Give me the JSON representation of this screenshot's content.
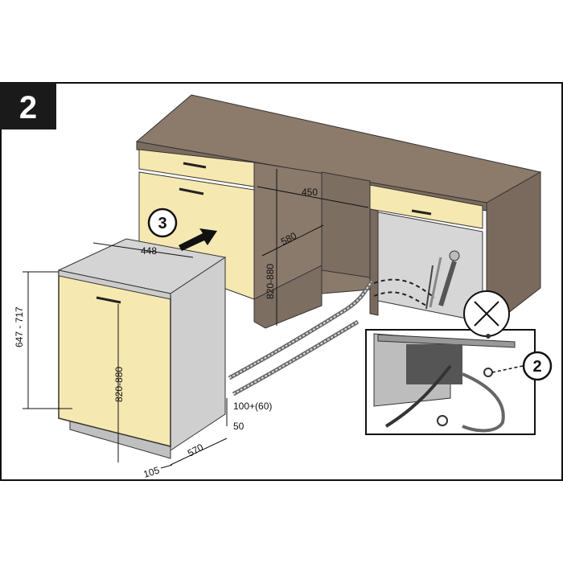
{
  "step_number": "2",
  "callouts": {
    "step_3": "3",
    "step_2": "2"
  },
  "dimensions": {
    "niche_width": "450",
    "niche_depth": "580",
    "niche_height": "820-880",
    "appliance_width": "448",
    "appliance_height": "820-880",
    "panel_height": "647 - 717",
    "plinth": "100+(60)",
    "plinth_depth": "50",
    "appliance_depth": "570",
    "door_offset": "105"
  },
  "colors": {
    "cabinet_top": "#8c7a6b",
    "cabinet_body": "#8a7a6c",
    "panel": "#f6e8b1",
    "appliance_side": "#d0d0d0",
    "frame": "#111111"
  }
}
